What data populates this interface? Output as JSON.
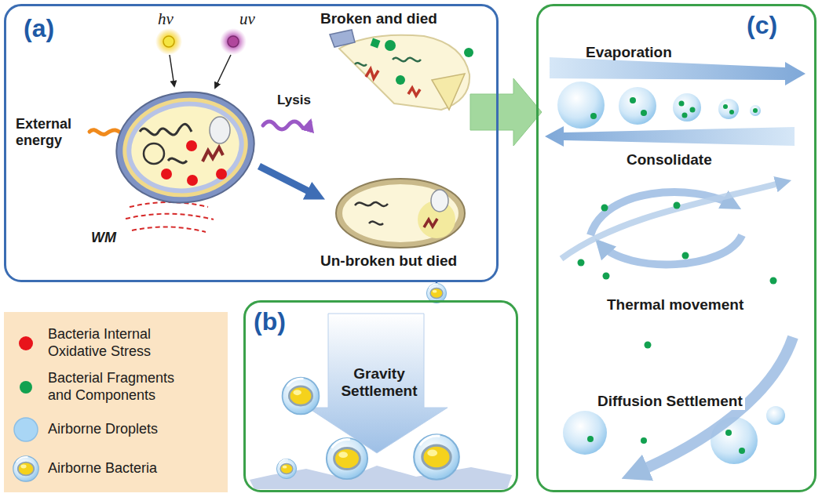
{
  "diagram": {
    "nodes": [
      {
        "text": [
          "(a)",
          "hv",
          "uv",
          "External energy",
          "Lysis",
          "Broken and died",
          "WM",
          "Un-broken but died"
        ]
      },
      {
        "text": [
          "(b)",
          "Gravity Settlement"
        ]
      },
      {
        "text": [
          "(c)",
          "Evaporation",
          "Consolidate",
          "Thermal movement",
          "Diffusion Settlement"
        ]
      }
    ],
    "edges": [
      {
        "from": 0,
        "to": 2,
        "arrow": "to"
      },
      {
        "from": 0,
        "to": 1,
        "arrow": "none"
      }
    ],
    "legend": [
      {
        "text": "Bacteria Internal Oxidative Stress",
        "color": "#e8141b"
      },
      {
        "text": "Bacterial Fragments and Components",
        "color": "#12a150"
      },
      {
        "text": "Airborne Droplets",
        "color": "#a9d6f5"
      },
      {
        "text": "Airborne Bacteria"
      }
    ]
  }
}
